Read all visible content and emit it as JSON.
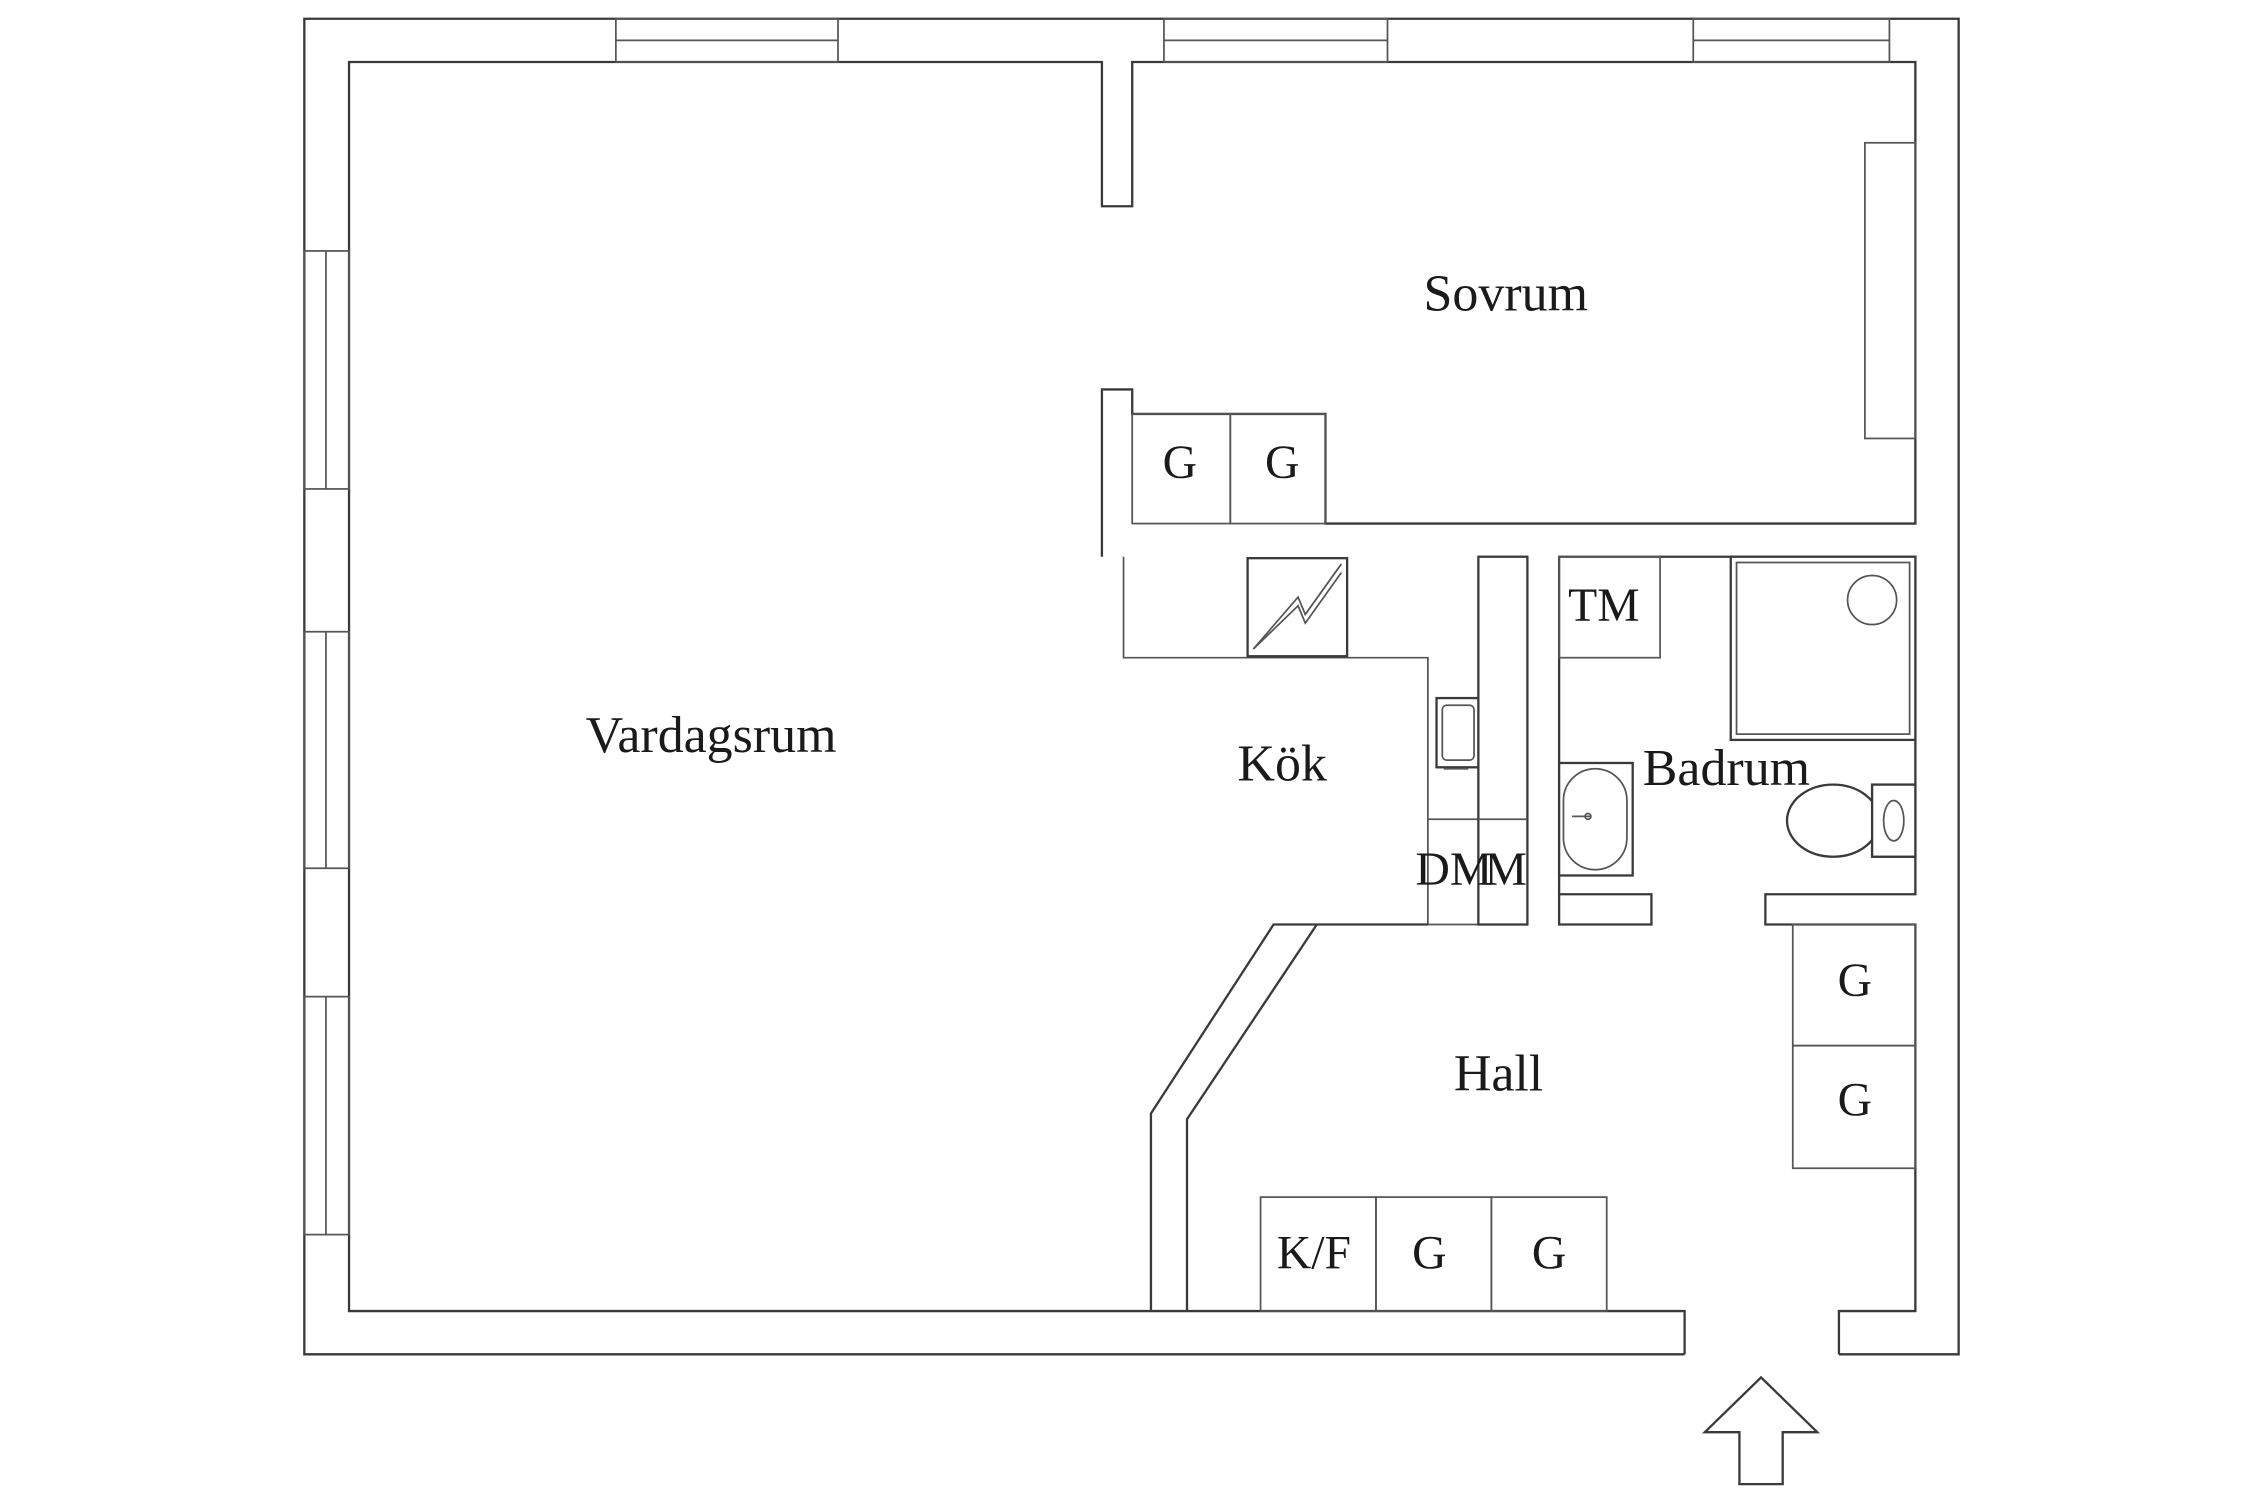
{
  "rooms": {
    "living": "Vardagsrum",
    "bedroom": "Sovrum",
    "kitchen": "Kök",
    "bathroom": "Badrum",
    "hall": "Hall"
  },
  "units": {
    "wardrobe": "G",
    "fridge_freezer": "K/F",
    "dishwasher": "DM",
    "microwave": "M",
    "washing_machine": "TM"
  },
  "icons": {
    "entrance": "entrance-arrow-icon",
    "stove": "stove-icon",
    "sink": "kitchen-sink-icon",
    "basin": "wash-basin-icon",
    "toilet": "toilet-icon",
    "shower": "shower-icon"
  }
}
